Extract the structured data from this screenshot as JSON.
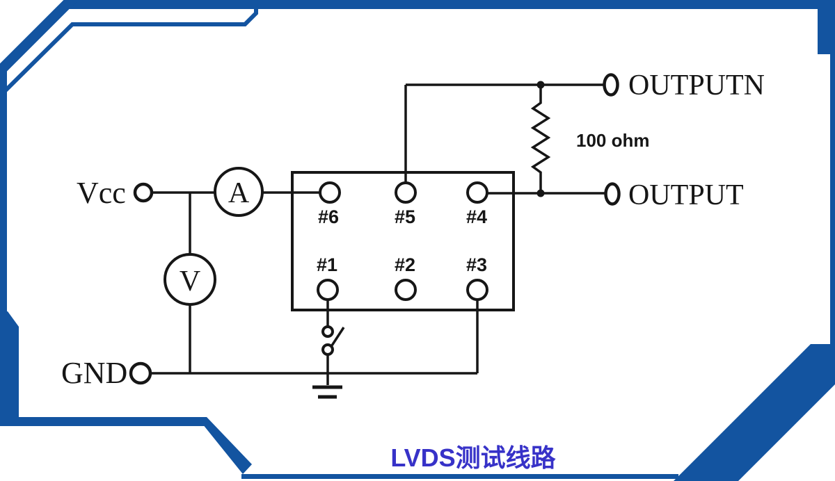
{
  "page": {
    "title": "LVDS测试线路"
  },
  "colors": {
    "frame_blue": "#1354a0",
    "title_blue": "#3732c8",
    "ink": "#161616",
    "background": "#ffffff"
  },
  "diagram": {
    "source_labels": {
      "vcc": "Vcc",
      "gnd": "GND"
    },
    "output_labels": {
      "outputn": "OUTPUTN",
      "output": "OUTPUT"
    },
    "resistor": {
      "label": "100 ohm"
    },
    "meters": {
      "ammeter": "A",
      "voltmeter": "V"
    },
    "pins": {
      "top": [
        "#6",
        "#5",
        "#4"
      ],
      "bottom": [
        "#1",
        "#2",
        "#3"
      ]
    }
  }
}
